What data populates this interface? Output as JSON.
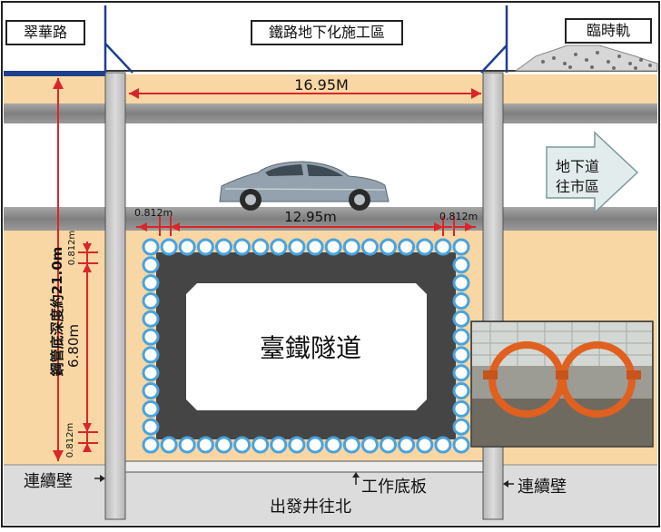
{
  "labels": {
    "left_street": "翠華路",
    "work_zone": "鐵路地下化施工區",
    "temp_track": "臨時軌",
    "width_top": "16.95M",
    "width_inner": "12.95m",
    "offset_left": "0.812m",
    "offset_right": "0.812m",
    "underpass_line1": "地下道",
    "underpass_line2": "往市區",
    "depth_label": "鋼管底深度約21.0m",
    "height_mid": "6.80m",
    "vert_top_small": "0.812m",
    "vert_bottom_small": "0.812m",
    "tunnel": "臺鐵隧道",
    "wall_left": "連續壁",
    "wall_right": "連續壁",
    "work_slab": "工作底板",
    "launch_shaft": "出發井往北"
  },
  "colors": {
    "sand": "#f8d7a4",
    "gray_band": "#8c8c8c",
    "wall": "#c9c9c9",
    "concrete": "#454545",
    "pipe_blue": "#4aa3dc",
    "dim_red": "#d9262b",
    "road_blue": "#1f3f8f",
    "arrow_fill": "#e3ecec"
  }
}
